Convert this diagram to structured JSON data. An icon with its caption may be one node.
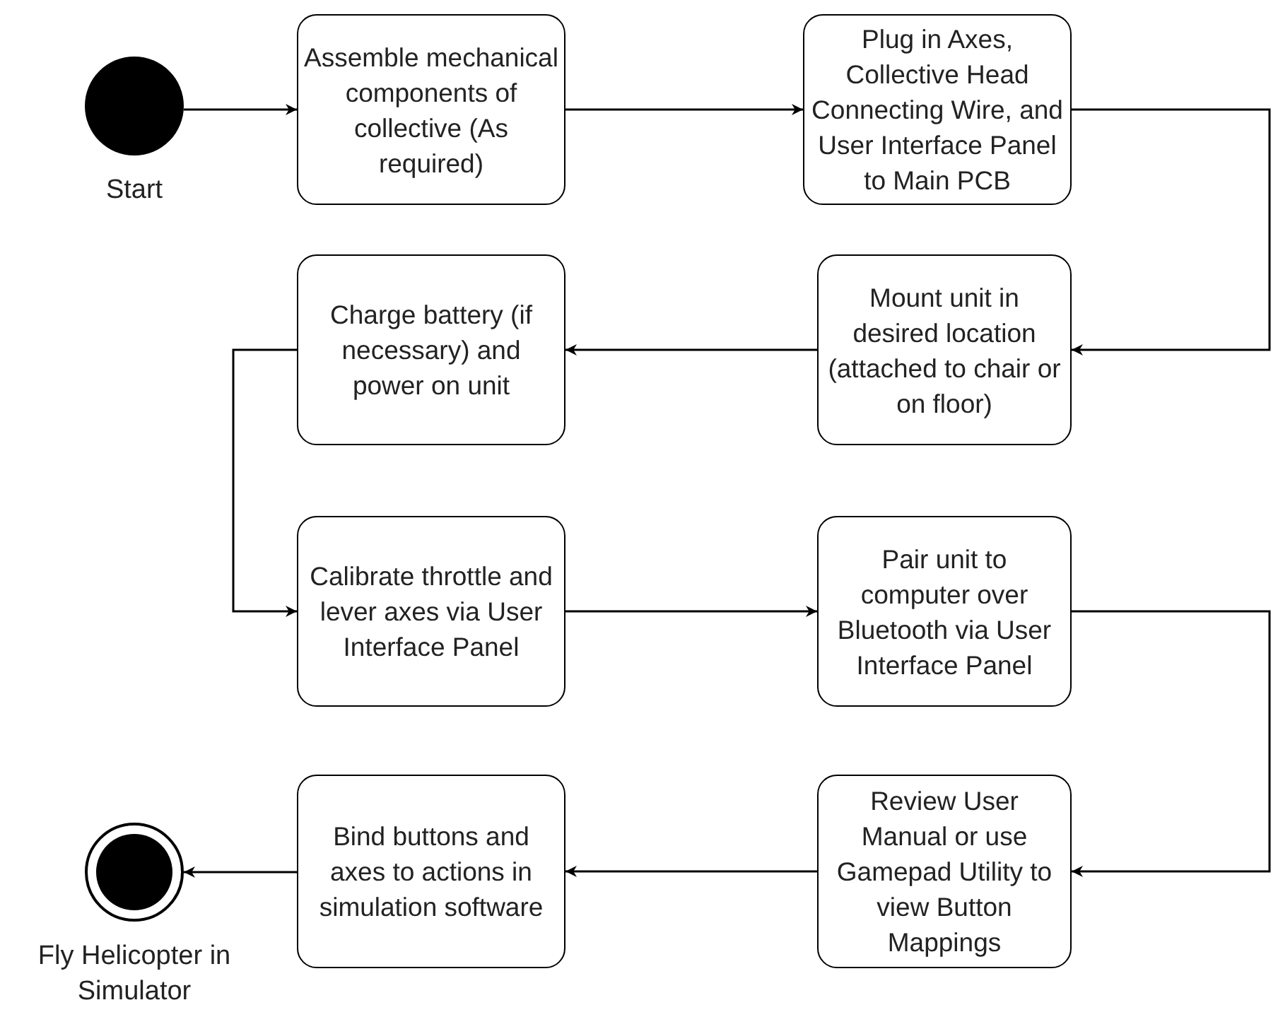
{
  "diagram": {
    "nodes": [
      {
        "text": [],
        "shape": "circle",
        "beside": [
          "Start"
        ]
      },
      {
        "text": [
          "Assemble mechanical components of collective (As required)"
        ]
      },
      {
        "text": [
          "Plug in Axes, Collective Head Connecting Wire, and User Interface Panel to Main PCB"
        ]
      },
      {
        "text": [
          "Mount unit in desired location (attached to chair or on floor)"
        ]
      },
      {
        "text": [
          "Charge battery (if necessary) and power on unit"
        ]
      },
      {
        "text": [
          "Calibrate throttle and lever axes via User Interface Panel"
        ]
      },
      {
        "text": [
          "Pair unit to computer over Bluetooth via User Interface Panel"
        ]
      },
      {
        "text": [
          "Review User Manual or use Gamepad Utility to view Button Mappings"
        ]
      },
      {
        "text": [
          "Bind buttons and axes to actions in simulation software"
        ]
      },
      {
        "text": [],
        "shape": "circle",
        "beside": [
          "Fly Helicopter in Simulator"
        ]
      }
    ],
    "edges": [
      {
        "from": 0,
        "to": 1,
        "arrow": "to"
      },
      {
        "from": 1,
        "to": 2,
        "arrow": "to"
      },
      {
        "from": 2,
        "to": 3,
        "arrow": "to"
      },
      {
        "from": 3,
        "to": 4,
        "arrow": "to"
      },
      {
        "from": 4,
        "to": 5,
        "arrow": "to"
      },
      {
        "from": 5,
        "to": 6,
        "arrow": "to"
      },
      {
        "from": 6,
        "to": 7,
        "arrow": "to"
      },
      {
        "from": 7,
        "to": 8,
        "arrow": "to"
      },
      {
        "from": 8,
        "to": 9,
        "arrow": "to"
      }
    ]
  }
}
